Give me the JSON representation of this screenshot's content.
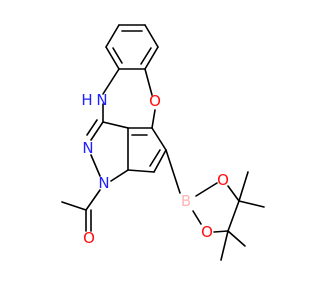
{
  "atoms": {
    "nh": {
      "text": "H",
      "color": "#1f1fff"
    },
    "n_ring_nh": {
      "text": "N",
      "color": "#1f1fff"
    },
    "o_ring": {
      "text": "O",
      "color": "#ff0d0d"
    },
    "n_pyrazole": {
      "text": "N",
      "color": "#1f1fff"
    },
    "n_acyl": {
      "text": "N",
      "color": "#1f1fff"
    },
    "b": {
      "text": "B",
      "color": "#ffb5b5"
    },
    "o_boron_top": {
      "text": "O",
      "color": "#ff0d0d"
    },
    "o_boron_bottom": {
      "text": "O",
      "color": "#ff0d0d"
    },
    "o_carbonyl": {
      "text": "O",
      "color": "#ff0d0d"
    }
  },
  "colors": {
    "bond": "#000000",
    "nitrogen": "#1f1fff",
    "oxygen": "#ff0d0d",
    "boron": "#ffb5b5",
    "background": "#ffffff"
  }
}
